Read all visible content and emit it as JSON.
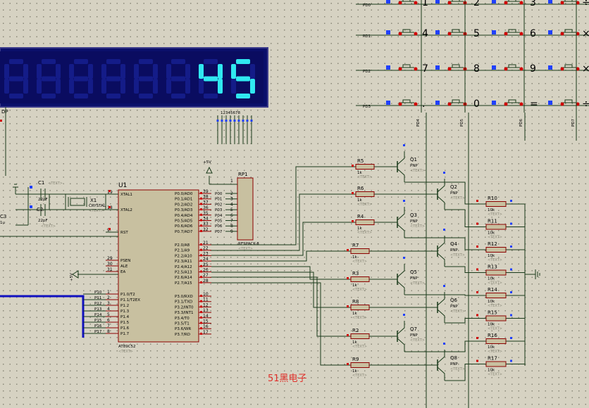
{
  "display": {
    "digits": "45",
    "dp_label": "DP",
    "digit_index_label": "12345678"
  },
  "mcu": {
    "ref": "U1",
    "part": "AT89C52",
    "text": "<TEXT>",
    "left_pins": [
      {
        "num": "19",
        "name": "XTAL1"
      },
      {
        "num": "18",
        "name": "XTAL2"
      },
      {
        "num": "9",
        "name": "RST"
      },
      {
        "num": "29",
        "name": "PSEN"
      },
      {
        "num": "30",
        "name": "ALE"
      },
      {
        "num": "31",
        "name": "EA"
      },
      {
        "num": "1",
        "name": "P1.0/T2"
      },
      {
        "num": "2",
        "name": "P1.1/T2EX"
      },
      {
        "num": "3",
        "name": "P1.2"
      },
      {
        "num": "4",
        "name": "P1.3"
      },
      {
        "num": "5",
        "name": "P1.4"
      },
      {
        "num": "6",
        "name": "P1.5"
      },
      {
        "num": "7",
        "name": "P1.6"
      },
      {
        "num": "8",
        "name": "P1.7"
      }
    ],
    "right_pins_p0": [
      {
        "num": "39",
        "name": "P0.0/AD0"
      },
      {
        "num": "38",
        "name": "P0.1/AD1"
      },
      {
        "num": "37",
        "name": "P0.2/AD2"
      },
      {
        "num": "36",
        "name": "P0.3/AD3"
      },
      {
        "num": "35",
        "name": "P0.4/AD4"
      },
      {
        "num": "34",
        "name": "P0.5/AD5"
      },
      {
        "num": "33",
        "name": "P0.6/AD6"
      },
      {
        "num": "32",
        "name": "P0.7/AD7"
      }
    ],
    "right_pins_p2": [
      {
        "num": "21",
        "name": "P2.0/A8"
      },
      {
        "num": "22",
        "name": "P2.1/A9"
      },
      {
        "num": "23",
        "name": "P2.2/A10"
      },
      {
        "num": "24",
        "name": "P2.3/A11"
      },
      {
        "num": "25",
        "name": "P2.4/A12"
      },
      {
        "num": "26",
        "name": "P2.5/A13"
      },
      {
        "num": "27",
        "name": "P2.6/A14"
      },
      {
        "num": "28",
        "name": "P2.7/A15"
      }
    ],
    "right_pins_p3": [
      {
        "num": "10",
        "name": "P3.0/RXD"
      },
      {
        "num": "11",
        "name": "P3.1/TXD"
      },
      {
        "num": "12",
        "name": "P3.2/INT0"
      },
      {
        "num": "13",
        "name": "P3.3/INT1"
      },
      {
        "num": "14",
        "name": "P3.4/T0"
      },
      {
        "num": "15",
        "name": "P3.5/T1"
      },
      {
        "num": "16",
        "name": "P3.6/WR"
      },
      {
        "num": "17",
        "name": "P3.7/RD"
      }
    ]
  },
  "p0_labels": [
    "P00",
    "P01",
    "P02",
    "P03",
    "P04",
    "P05",
    "P06",
    "P07"
  ],
  "p1_labels": [
    "P10",
    "P11",
    "P12",
    "P13",
    "P14",
    "P15",
    "P16",
    "P17"
  ],
  "rp1": {
    "ref": "RP1",
    "part": "RESPACK-8",
    "text": "<TEXT>",
    "pin1": "1"
  },
  "vcc": {
    "label": "+5V"
  },
  "crystal": {
    "ref": "X1",
    "part": "CRYSTAL",
    "text": "<TEXT>"
  },
  "caps": [
    {
      "ref": "C1",
      "value": "22pF",
      "text": "<TEXT>"
    },
    {
      "ref": "C2",
      "value": "22pF",
      "text": "<TEXT>"
    },
    {
      "ref": "C3",
      "value": "1u"
    }
  ],
  "resistors_left": [
    {
      "ref": "R5",
      "value": "1k"
    },
    {
      "ref": "R6",
      "value": "1k"
    },
    {
      "ref": "R4",
      "value": "1k"
    },
    {
      "ref": "R7",
      "value": "1k"
    },
    {
      "ref": "R3",
      "value": "1k"
    },
    {
      "ref": "R8",
      "value": "1k"
    },
    {
      "ref": "R2",
      "value": "1k"
    },
    {
      "ref": "R9",
      "value": "1k"
    }
  ],
  "transistors": [
    {
      "ref": "Q1",
      "type": "PNP"
    },
    {
      "ref": "Q2",
      "type": "PNP"
    },
    {
      "ref": "Q3",
      "type": "PNP"
    },
    {
      "ref": "Q4",
      "type": "PNP"
    },
    {
      "ref": "Q5",
      "type": "PNP"
    },
    {
      "ref": "Q6",
      "type": "PNP"
    },
    {
      "ref": "Q7",
      "type": "PNP"
    },
    {
      "ref": "Q8",
      "type": "PNP"
    }
  ],
  "resistors_right": [
    {
      "ref": "R10",
      "value": "10k"
    },
    {
      "ref": "R11",
      "value": "10k"
    },
    {
      "ref": "R12",
      "value": "10k"
    },
    {
      "ref": "R13",
      "value": "10k"
    },
    {
      "ref": "R14",
      "value": "10k"
    },
    {
      "ref": "R15",
      "value": "10k"
    },
    {
      "ref": "R16",
      "value": "10k"
    },
    {
      "ref": "R17",
      "value": "10k"
    }
  ],
  "keypad": {
    "rows": [
      "PD0",
      "PD1",
      "PD2",
      "PD3"
    ],
    "cols": [
      "PD4",
      "PD5",
      "PD6",
      "PD7"
    ],
    "keys": [
      [
        "1",
        "2",
        "3",
        "÷"
      ],
      [
        "4",
        "5",
        "6",
        "×"
      ],
      [
        "7",
        "8",
        "9",
        "×"
      ],
      [
        ".",
        "0",
        "=",
        "÷"
      ]
    ]
  },
  "watermark": "51黑电子",
  "text_placeholder": "<TEXT>"
}
